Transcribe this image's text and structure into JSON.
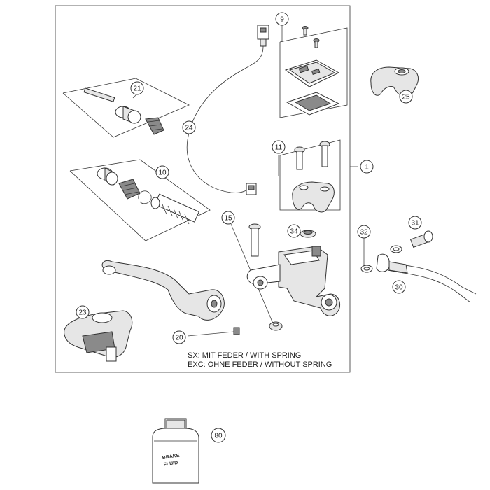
{
  "callouts": {
    "c1": "1",
    "c9": "9",
    "c10": "10",
    "c11": "11",
    "c15": "15",
    "c20": "20",
    "c21": "21",
    "c23": "23",
    "c24": "24",
    "c25": "25",
    "c30": "30",
    "c31": "31",
    "c32": "32",
    "c34": "34",
    "c80": "80"
  },
  "notes": {
    "sx": "SX: MIT FEDER / WITH SPRING",
    "exc": "EXC: OHNE FEDER / WITHOUT SPRING"
  },
  "bottle": {
    "line1": "BRAKE",
    "line2": "FLUID"
  }
}
